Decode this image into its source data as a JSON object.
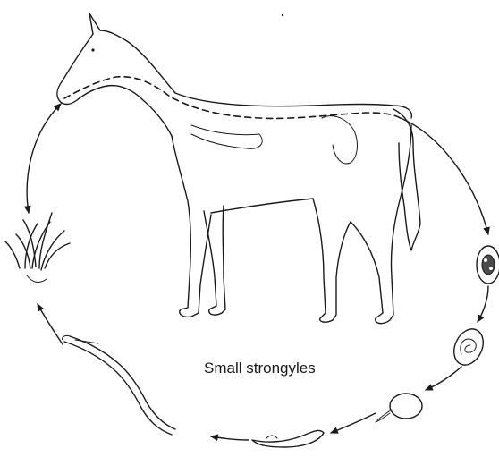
{
  "diagram": {
    "caption": "Small strongyles",
    "stages": [
      "horse-host",
      "egg-in-feces",
      "embryonated-egg",
      "hatching-egg",
      "first-stage-larva",
      "infective-larva",
      "grass"
    ]
  }
}
